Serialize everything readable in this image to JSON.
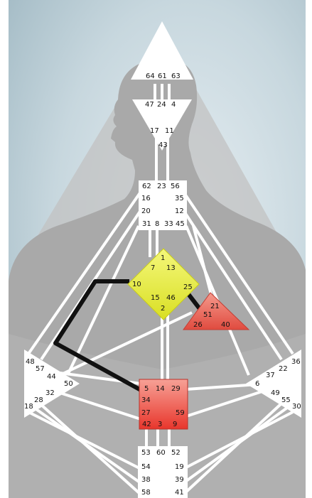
{
  "colors": {
    "background_light": "#dbe6ec",
    "background_dark": "#9fb7c2",
    "silhouette": "#9a9a9a",
    "body_fill": "#a3a3a3",
    "center_white": "#ffffff",
    "channel_white": "#ffffff",
    "defined_channel": "#111111",
    "g_center": "#eef24a",
    "g_center_dark": "#d6dc1e",
    "heart_center": "#ee6b5e",
    "sacral_center": "#e83f36",
    "sacral_center_light": "#f58f85"
  },
  "gates": {
    "head": [
      "64",
      "61",
      "63"
    ],
    "ajna_top": [
      "47",
      "24",
      "4"
    ],
    "ajna_mid": [
      "17",
      "11"
    ],
    "ajna_bottom": "43",
    "throat_row1": [
      "62",
      "23",
      "56"
    ],
    "throat_row2_left": "16",
    "throat_row2_right": "35",
    "throat_row3_left": "20",
    "throat_row3_right": "12",
    "throat_row4": [
      "31",
      "8",
      "33",
      "45"
    ],
    "g_top": "1",
    "g_left_upper": "7",
    "g_right_upper": "13",
    "g_left": "10",
    "g_right": "25",
    "g_bottom_left": "15",
    "g_bottom_right": "46",
    "g_bottom": "2",
    "heart": [
      "21",
      "51",
      "26",
      "40"
    ],
    "spleen": [
      "48",
      "57",
      "44",
      "50",
      "32",
      "28",
      "18"
    ],
    "solar_plexus": [
      "36",
      "22",
      "37",
      "6",
      "49",
      "55",
      "30"
    ],
    "sacral_top": [
      "5",
      "14",
      "29"
    ],
    "sacral_left": "34",
    "sacral_mid_left": "27",
    "sacral_mid_right": "59",
    "sacral_bottom": [
      "42",
      "3",
      "9"
    ],
    "root_top": [
      "53",
      "60",
      "52"
    ],
    "root_left": [
      "54",
      "38",
      "58"
    ],
    "root_right": [
      "19",
      "39",
      "41"
    ]
  }
}
